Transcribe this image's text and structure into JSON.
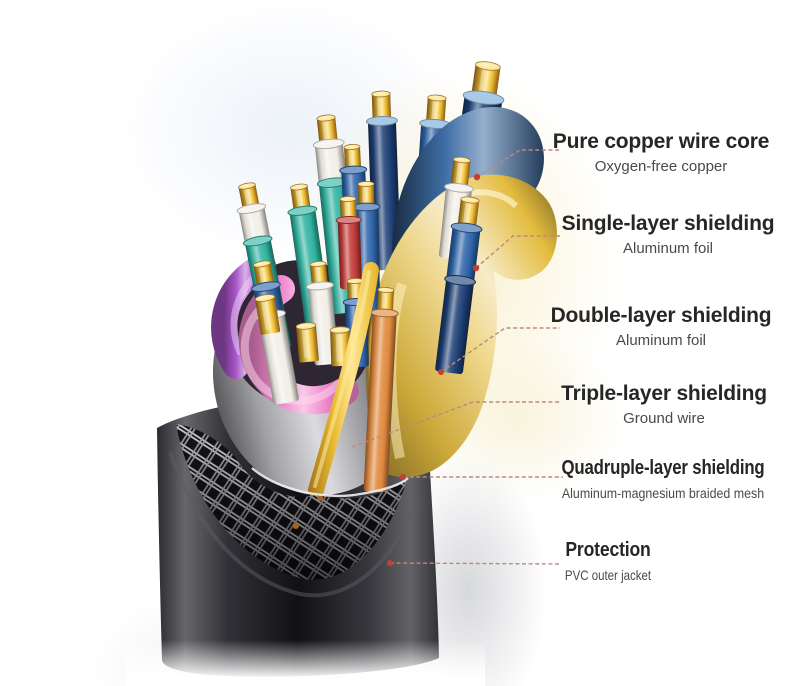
{
  "diagram": {
    "type": "cable-cutaway",
    "subject": "multi-layer shielded cable cross-section",
    "colors": {
      "background": "#ffffff",
      "jacket": "#26262c",
      "mesh_background": "#141419",
      "silver_shield": "#c9c9cf",
      "steel_blue": "#3f6ea6",
      "gold_foil": "#e3bc3f",
      "purple_foil": "#a855c8",
      "pink_foil": "#ef86cb",
      "copper": "#e9b931",
      "copper_light": "#ffe793",
      "copper_dark": "#8a5c10",
      "white_insulation": "#f1eee6",
      "blue_insulation": "#2e64a9",
      "navy_insulation": "#1c3e74",
      "teal_insulation": "#2fb3a0",
      "red_insulation": "#c23a36",
      "orange_insulation": "#e0883c",
      "lightblue_rim": "#9fc4e4",
      "leader_line": "#bd8a7a",
      "anchor_dot": "#c2402e"
    }
  },
  "labels": [
    {
      "title": "Pure copper wire core",
      "subtitle": "Oxygen-free copper"
    },
    {
      "title": "Single-layer shielding",
      "subtitle": "Aluminum foil"
    },
    {
      "title": "Double-layer shielding",
      "subtitle": "Aluminum foil"
    },
    {
      "title": "Triple-layer shielding",
      "subtitle": "Ground wire"
    },
    {
      "title": "Quadruple-layer shielding",
      "subtitle": "Aluminum-magnesium braided mesh"
    },
    {
      "title": "Protection",
      "subtitle": "PVC outer jacket"
    }
  ]
}
